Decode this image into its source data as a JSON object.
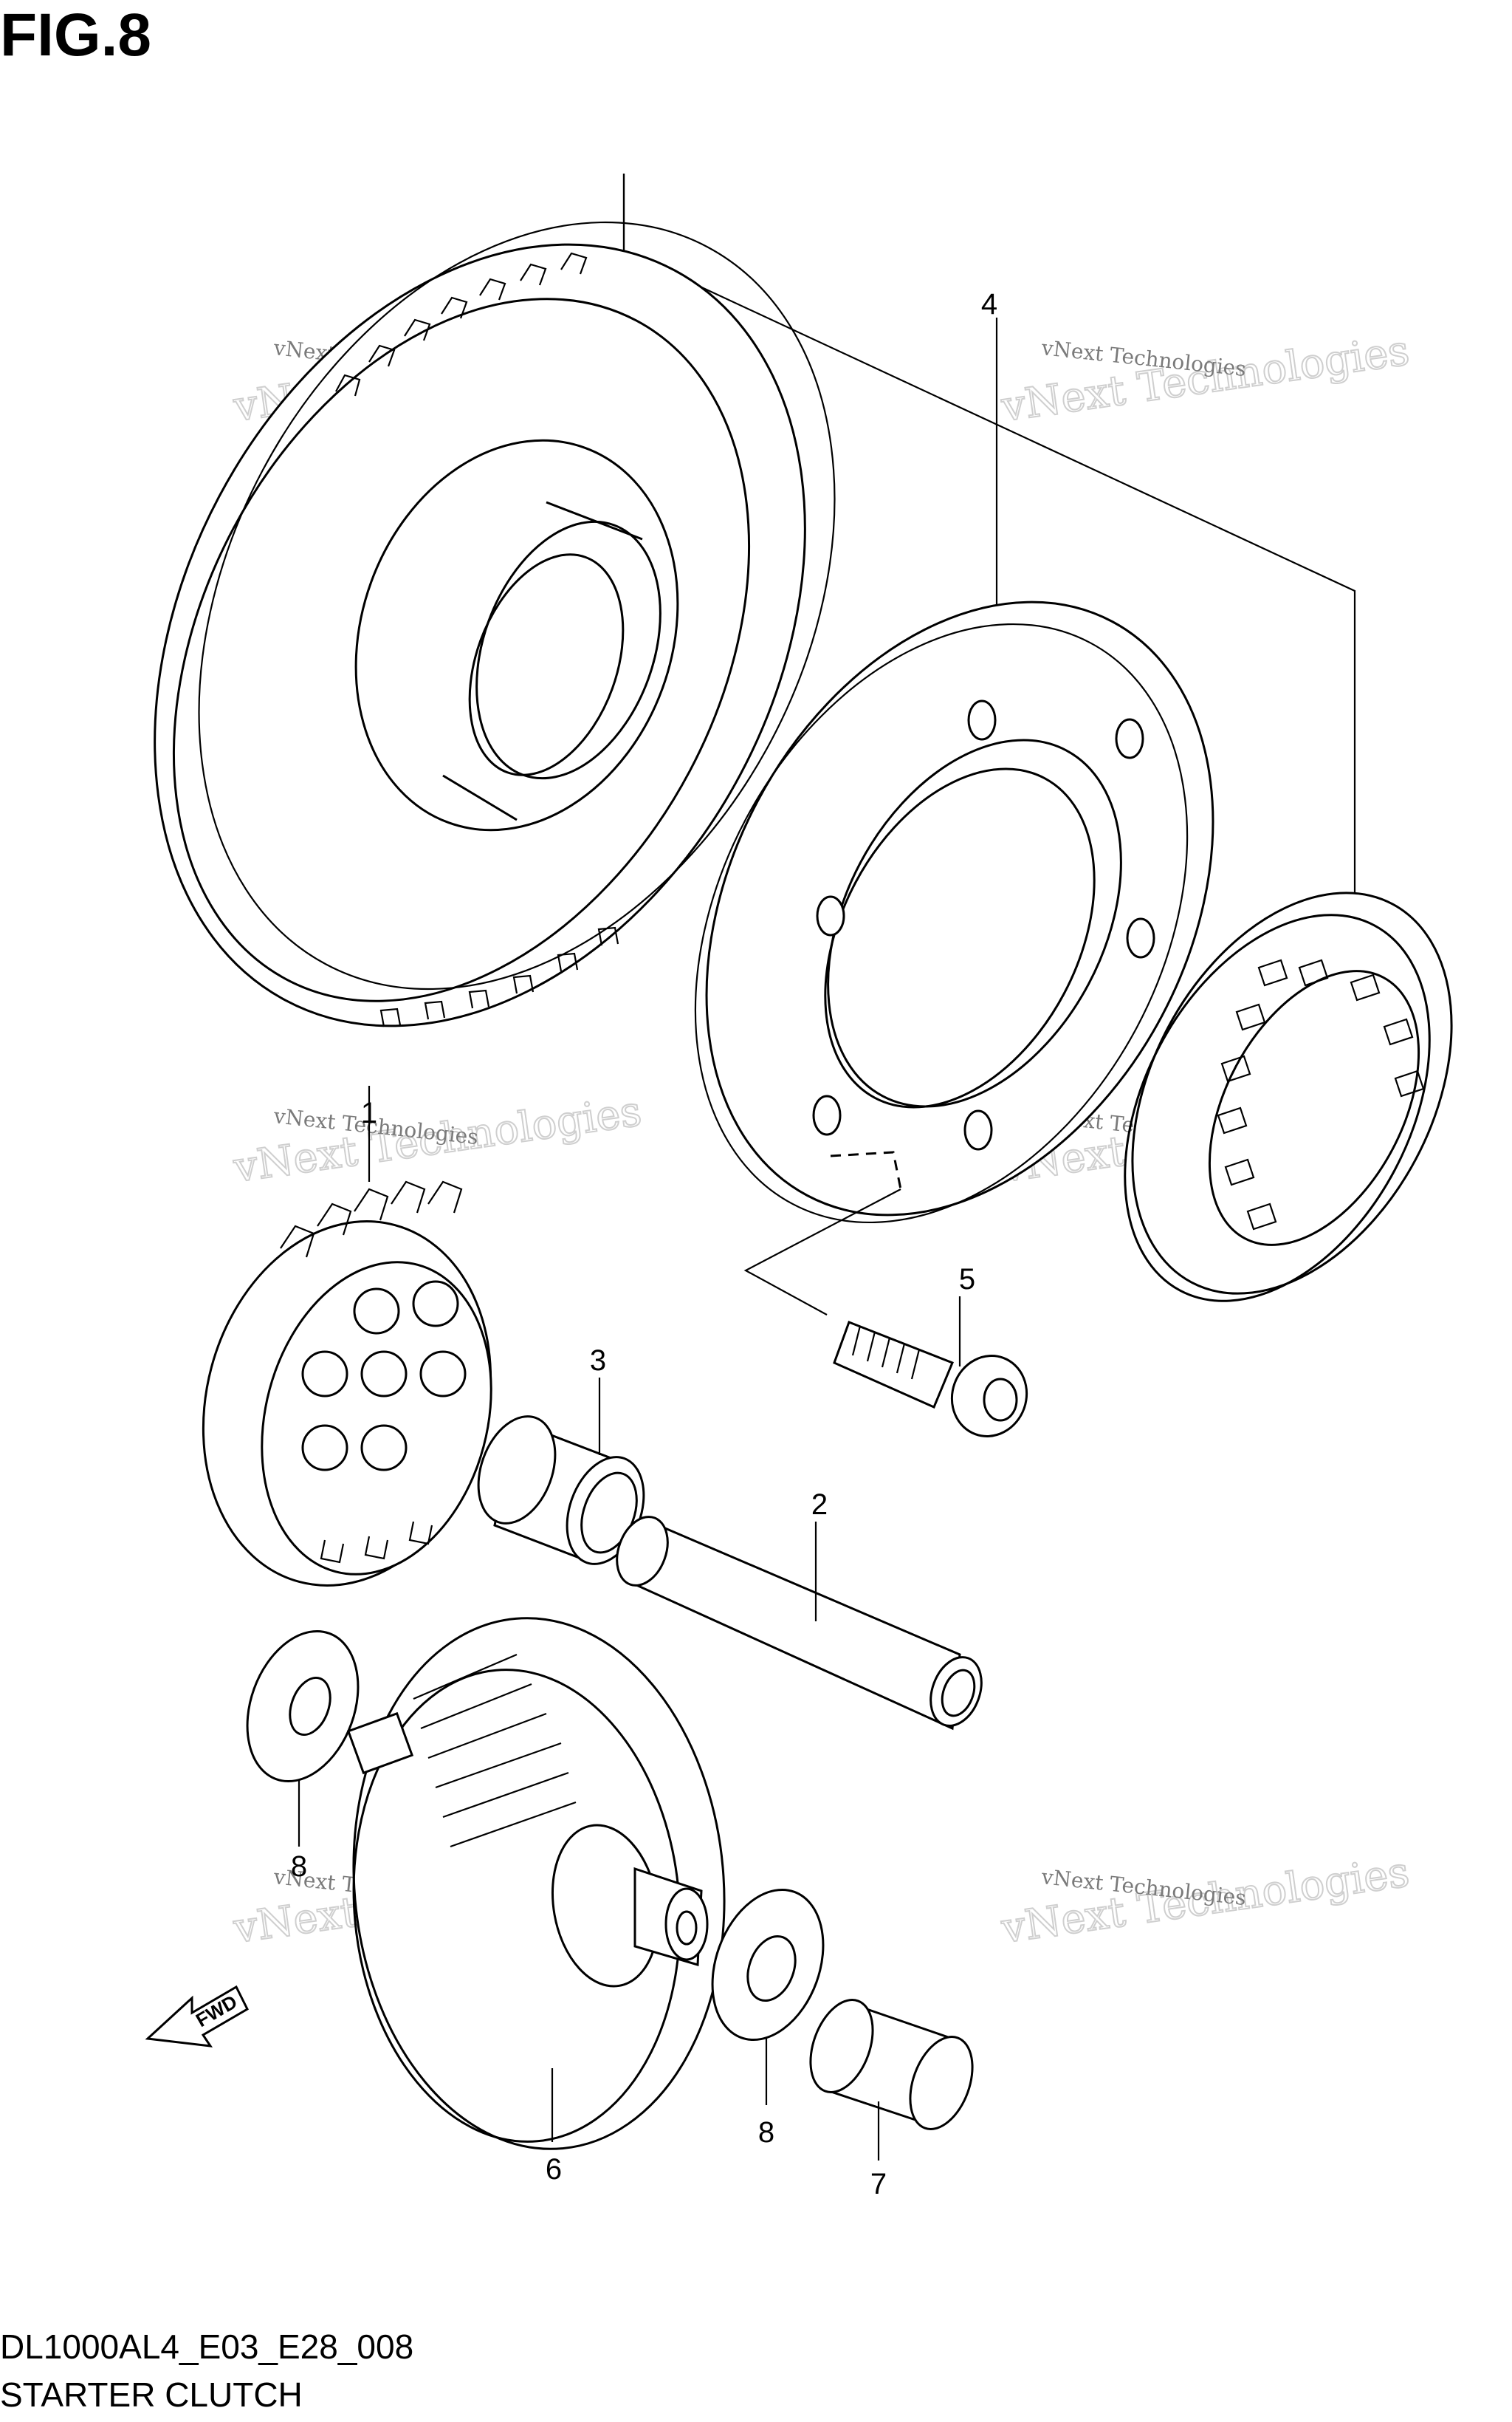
{
  "figure": {
    "title": "FIG.8",
    "code": "DL1000AL4_E03_E28_008",
    "name": "STARTER CLUTCH"
  },
  "parts": [
    {
      "id": "part-1",
      "label": "1"
    },
    {
      "id": "part-2",
      "label": "2"
    },
    {
      "id": "part-3",
      "label": "3"
    },
    {
      "id": "part-4",
      "label": "4"
    },
    {
      "id": "part-5",
      "label": "5"
    },
    {
      "id": "part-6",
      "label": "6"
    },
    {
      "id": "part-7",
      "label": "7"
    },
    {
      "id": "part-8a",
      "label": "8"
    },
    {
      "id": "part-8b",
      "label": "8"
    }
  ],
  "fwd_arrow": {
    "label": "FWD"
  },
  "watermark": {
    "line1": "vNext Technologies",
    "line2": "vNext Technologies"
  }
}
